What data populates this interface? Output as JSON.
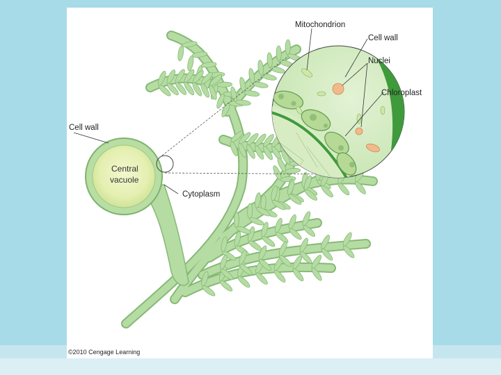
{
  "diagram": {
    "labels": {
      "mitochondrion": "Mitochondrion",
      "cell_wall_zoom": "Cell wall",
      "nuclei": "Nuclei",
      "chloroplast": "Chloroplast",
      "cell_wall": "Cell wall",
      "central_vacuole_line1": "Central",
      "central_vacuole_line2": "vacuole",
      "cytoplasm": "Cytoplasm"
    },
    "credit": "©2010 Cengage Learning"
  },
  "colors": {
    "slide_background": "#a7dbe7",
    "plant_fill": "#b5dca3",
    "plant_outline": "#86b976",
    "vacuole_fill": "#e6f0b4",
    "cell_wall_dark": "#3f9a3c"
  }
}
